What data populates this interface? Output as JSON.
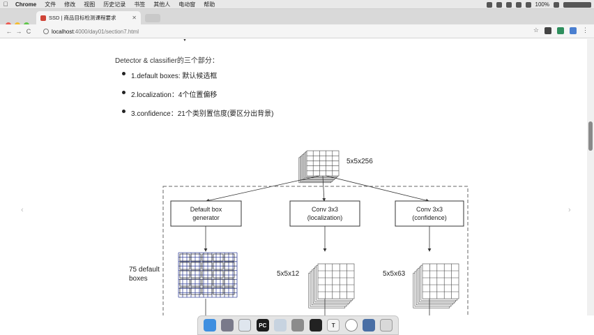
{
  "menubar": {
    "app_name": "Chrome",
    "items": [
      "文件",
      "修改",
      "视图",
      "历史记录",
      "书签",
      "其他人",
      "电动窗",
      "帮助"
    ],
    "battery": "100%"
  },
  "tab": {
    "title": "SSD | 商品目标检测课程要求"
  },
  "address": {
    "host": "localhost",
    "path": ":4000/day01/section7.html"
  },
  "content": {
    "heading": "Detector & classifier的三个部分：",
    "bullets": [
      "1.default boxes: 默认候选框",
      "2.localization：4个位置偏移",
      "3.confidence：21个类别置信度(要区分出背景)"
    ]
  },
  "diagram": {
    "top_label": "5x5x256",
    "box1": {
      "line1": "Default box",
      "line2": "generator"
    },
    "box2": {
      "line1": "Conv 3x3",
      "line2": "(localization)"
    },
    "box3": {
      "line1": "Conv 3x3",
      "line2": "(confidence)"
    },
    "left_label_1": "75 default",
    "left_label_2": "boxes",
    "mid_label": "5x5x12",
    "right_label": "5x5x63"
  },
  "dock": {
    "apps": [
      "finder",
      "launchpad",
      "safari",
      "pycharm",
      "preview",
      "system-preferences",
      "terminal",
      "typora",
      "clock",
      "photos",
      "trash"
    ]
  },
  "colors": {
    "grid_blue": "#3c4a9c",
    "box_border": "#333333",
    "dashed": "#666666"
  }
}
